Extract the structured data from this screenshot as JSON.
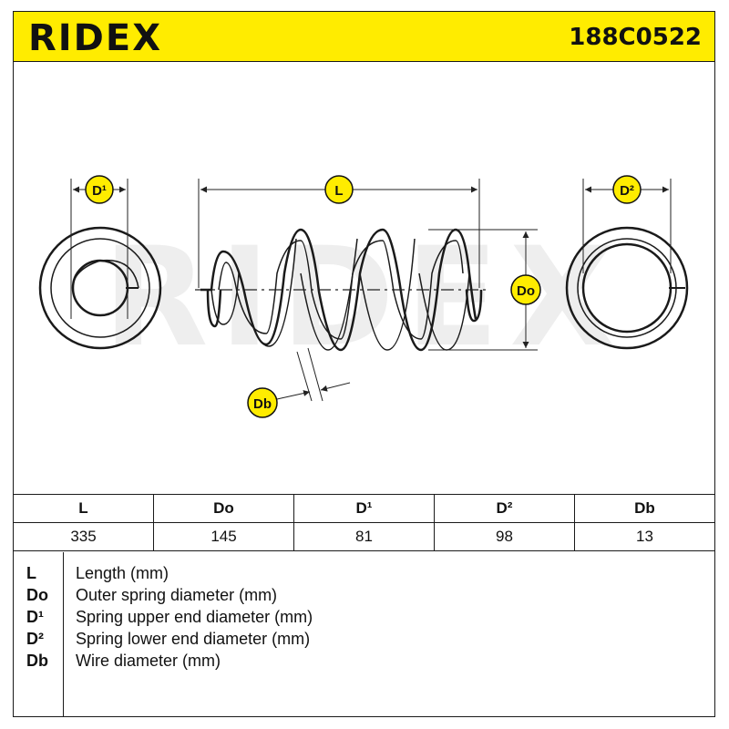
{
  "header": {
    "brand": "RIDEX",
    "part_number": "188C0522",
    "background_color": "#ffec00"
  },
  "diagram": {
    "labels": {
      "d1": "D¹",
      "l": "L",
      "d2": "D²",
      "do": "Do",
      "db": "Db"
    },
    "watermark": "RIDEX",
    "label_color": "#ffec00"
  },
  "table": {
    "headers": [
      "L",
      "Do",
      "D¹",
      "D²",
      "Db"
    ],
    "values": [
      "335",
      "145",
      "81",
      "98",
      "13"
    ]
  },
  "legend": [
    {
      "key": "L",
      "desc": "Length (mm)"
    },
    {
      "key": "Do",
      "desc": "Outer spring diameter (mm)"
    },
    {
      "key": "D¹",
      "desc": "Spring upper end diameter (mm)"
    },
    {
      "key": "D²",
      "desc": "Spring lower end diameter (mm)"
    },
    {
      "key": "Db",
      "desc": "Wire diameter (mm)"
    }
  ]
}
